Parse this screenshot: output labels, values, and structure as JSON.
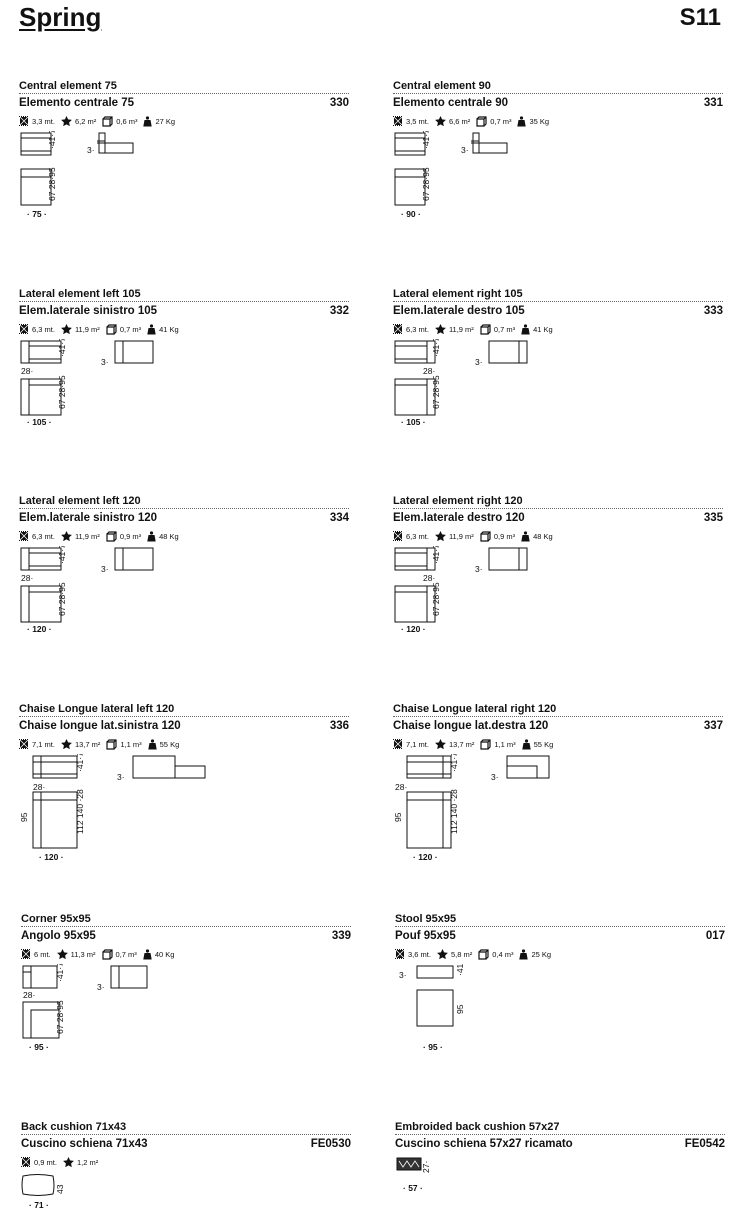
{
  "header": {
    "title": "Spring",
    "code": "S11"
  },
  "items": [
    {
      "en": "Central element 75",
      "it": "Elemento centrale 75",
      "code": "330",
      "fabric": "3,3 mt.",
      "area": "6,2 m²",
      "volume": "0,6 m³",
      "weight": "27 Kg",
      "width": "75",
      "variant": "central"
    },
    {
      "en": "Central element 90",
      "it": "Elemento centrale 90",
      "code": "331",
      "fabric": "3,5 mt.",
      "area": "6,6 m²",
      "volume": "0,7 m³",
      "weight": "35 Kg",
      "width": "90",
      "variant": "central"
    },
    {
      "en": "Lateral element left 105",
      "it": "Elem.laterale sinistro 105",
      "code": "332",
      "fabric": "6,3 mt.",
      "area": "11,9 m²",
      "volume": "0,7 m³",
      "weight": "41 Kg",
      "width": "105",
      "variant": "left"
    },
    {
      "en": "Lateral element right 105",
      "it": "Elem.laterale destro 105",
      "code": "333",
      "fabric": "6,3 mt.",
      "area": "11,9 m²",
      "volume": "0,7 m³",
      "weight": "41 Kg",
      "width": "105",
      "variant": "right"
    },
    {
      "en": "Lateral element left 120",
      "it": "Elem.laterale sinistro 120",
      "code": "334",
      "fabric": "6,3 mt.",
      "area": "11,9 m²",
      "volume": "0,9 m³",
      "weight": "48 Kg",
      "width": "120",
      "variant": "left"
    },
    {
      "en": "Lateral element right 120",
      "it": "Elem.laterale destro 120",
      "code": "335",
      "fabric": "6,3 mt.",
      "area": "11,9 m²",
      "volume": "0,9 m³",
      "weight": "48 Kg",
      "width": "120",
      "variant": "right"
    },
    {
      "en": "Chaise Longue lateral left 120",
      "it": "Chaise longue lat.sinistra 120",
      "code": "336",
      "fabric": "7,1 mt.",
      "area": "13,7 m²",
      "volume": "1,1 m³",
      "weight": "55 Kg",
      "width": "120",
      "variant": "chaise-left"
    },
    {
      "en": "Chaise Longue lateral right 120",
      "it": "Chaise longue lat.destra 120",
      "code": "337",
      "fabric": "7,1 mt.",
      "area": "13,7 m²",
      "volume": "1,1 m³",
      "weight": "55 Kg",
      "width": "120",
      "variant": "chaise-right"
    },
    {
      "en": "Corner 95x95",
      "it": "Angolo 95x95",
      "code": "339",
      "fabric": "6 mt.",
      "area": "11,3 m²",
      "volume": "0,7 m³",
      "weight": "40 Kg",
      "width": "95",
      "variant": "corner"
    },
    {
      "en": "Stool 95x95",
      "it": "Pouf 95x95",
      "code": "017",
      "fabric": "3,6 mt.",
      "area": "5,8 m²",
      "volume": "0,4 m³",
      "weight": "25 Kg",
      "width": "95",
      "variant": "stool"
    },
    {
      "en": "Back cushion 71x43",
      "it": "Cuscino schiena 71x43",
      "code": "FE0530",
      "fabric": "0,9 mt.",
      "area": "1,2 m²",
      "width": "71",
      "height": "43",
      "variant": "cushion"
    },
    {
      "en": "Embroided back cushion 57x27",
      "it": "Cuscino schiena 57x27 ricamato",
      "code": "FE0542",
      "width": "57",
      "height": "27",
      "variant": "embroidered"
    }
  ]
}
